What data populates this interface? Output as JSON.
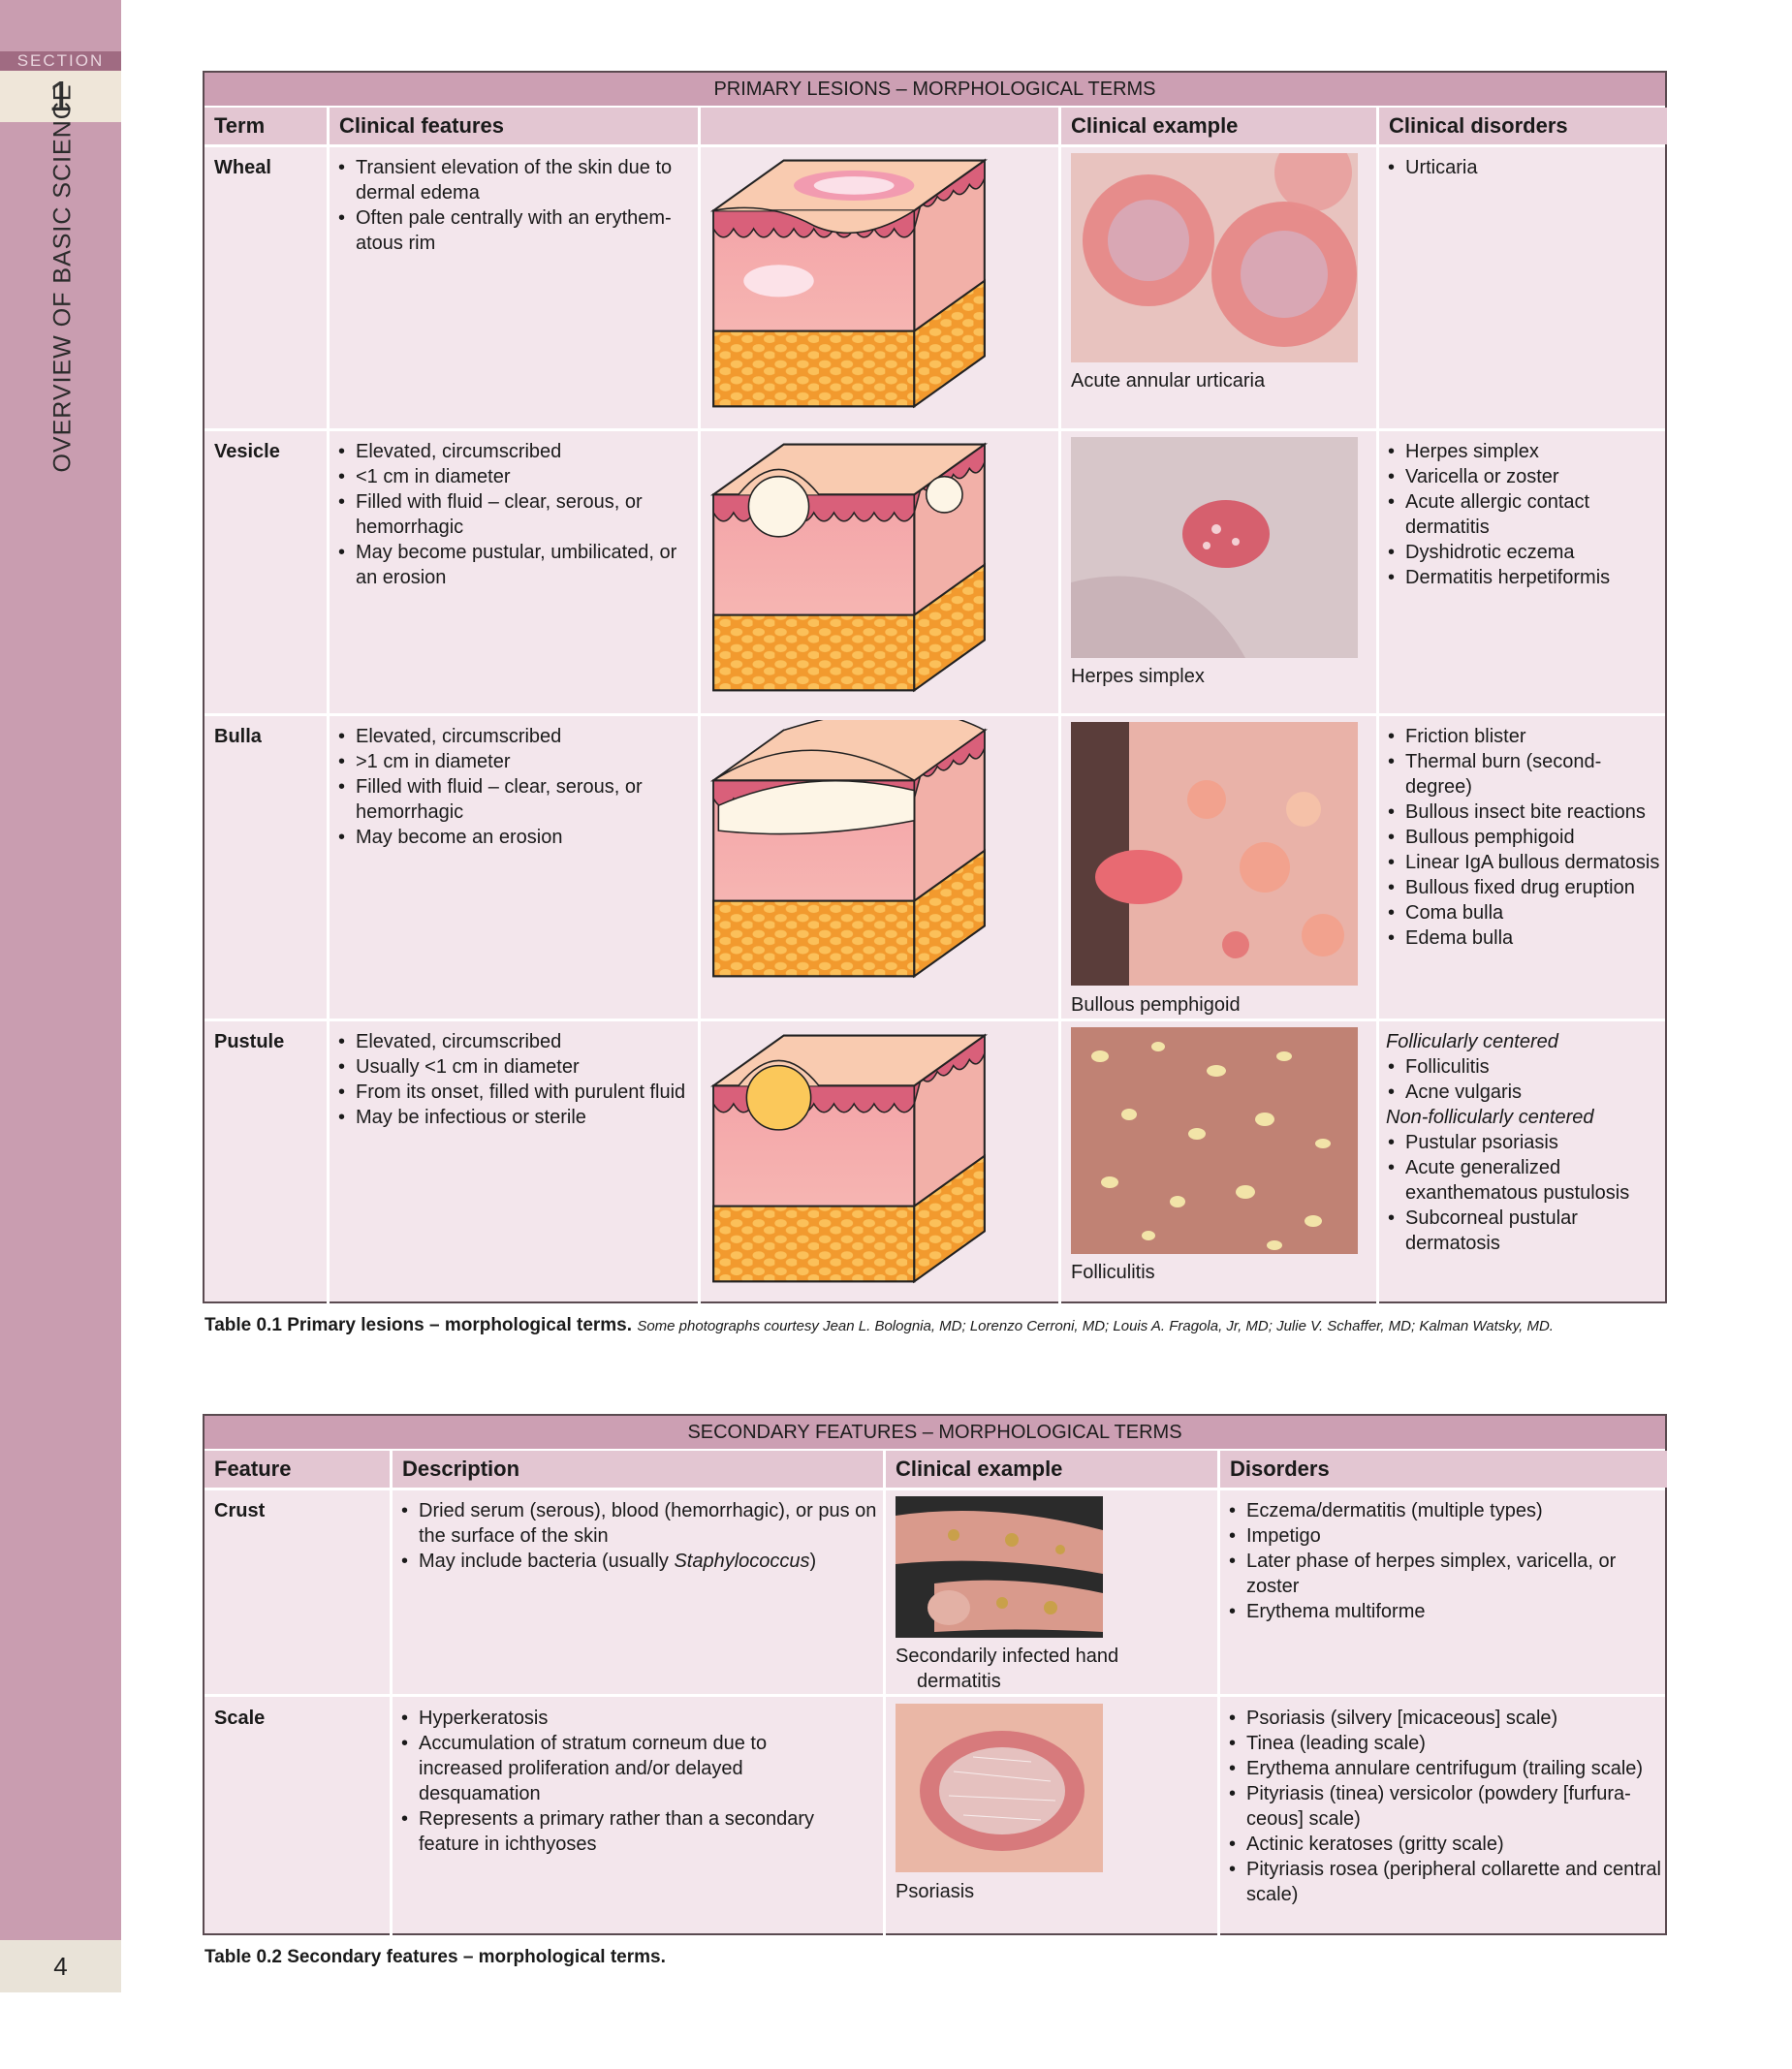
{
  "side": {
    "section_label": "SECTION",
    "section_number": "1",
    "title": "OVERVIEW OF BASIC SCIENCE",
    "page_number": "4"
  },
  "table1": {
    "title": "PRIMARY LESIONS – MORPHOLOGICAL TERMS",
    "headers": [
      "Term",
      "Clinical features",
      "",
      "Clinical example",
      "Clinical disorders"
    ],
    "rows": [
      {
        "term": "Wheal",
        "features": [
          "Transient elevation of the skin due to dermal edema",
          "Often pale centrally with an erythem-atous rim"
        ],
        "example_caption": "Acute annular urticaria",
        "disorders": [
          "Urticaria"
        ]
      },
      {
        "term": "Vesicle",
        "features": [
          "Elevated, circumscribed",
          "<1 cm in diameter",
          "Filled with fluid – clear, serous, or hemorrhagic",
          "May become pustular, umbilicated, or an erosion"
        ],
        "example_caption": "Herpes simplex",
        "disorders": [
          "Herpes simplex",
          "Varicella or zoster",
          "Acute allergic contact dermatitis",
          "Dyshidrotic eczema",
          "Dermatitis herpetiformis"
        ]
      },
      {
        "term": "Bulla",
        "features": [
          "Elevated, circumscribed",
          ">1 cm in diameter",
          "Filled with fluid – clear, serous, or hemorrhagic",
          "May become an erosion"
        ],
        "example_caption": "Bullous pemphigoid",
        "disorders": [
          "Friction blister",
          "Thermal burn (second-degree)",
          "Bullous insect bite reactions",
          "Bullous pemphigoid",
          "Linear IgA bullous dermatosis",
          "Bullous fixed drug eruption",
          "Coma bulla",
          "Edema bulla"
        ]
      },
      {
        "term": "Pustule",
        "features": [
          "Elevated, circumscribed",
          "Usually <1 cm in diameter",
          "From its onset, filled with purulent fluid",
          "May be infectious or sterile"
        ],
        "example_caption": "Folliculitis",
        "disorders_group1_heading": "Follicularly centered",
        "disorders_group1": [
          "Folliculitis",
          "Acne vulgaris"
        ],
        "disorders_group2_heading": "Non-follicularly centered",
        "disorders_group2": [
          "Pustular psoriasis",
          "Acute generalized exanthematous pustulosis",
          "Subcorneal pustular dermatosis"
        ]
      }
    ],
    "caption_label": "Table 0.1",
    "caption_title": "Primary lesions – morphological terms.",
    "caption_credit": "Some photographs courtesy Jean L. Bolognia, MD; Lorenzo Cerroni, MD; Louis A. Fragola, Jr, MD; Julie V. Schaffer, MD; Kalman Watsky, MD."
  },
  "table2": {
    "title": "SECONDARY FEATURES – MORPHOLOGICAL TERMS",
    "headers": [
      "Feature",
      "Description",
      "Clinical example",
      "Disorders"
    ],
    "rows": [
      {
        "term": "Crust",
        "desc1": "Dried serum (serous), blood (hemorrhagic), or pus on the surface of the skin",
        "desc2_pre": "May include bacteria (usually ",
        "desc2_italic": "Staphylococcus",
        "desc2_post": ")",
        "example_caption_line1": "Secondarily infected hand",
        "example_caption_line2": "dermatitis",
        "disorders": [
          "Eczema/dermatitis (multiple types)",
          "Impetigo",
          "Later phase of herpes simplex, varicella, or zoster",
          "Erythema multiforme"
        ]
      },
      {
        "term": "Scale",
        "descriptions": [
          "Hyperkeratosis",
          "Accumulation of stratum corneum due to increased proliferation and/or delayed desquamation",
          "Represents a primary rather than a secondary feature in ichthyoses"
        ],
        "example_caption": "Psoriasis",
        "disorders": [
          "Psoriasis (silvery [micaceous] scale)",
          "Tinea (leading scale)",
          "Erythema annulare centrifugum (trailing scale)",
          "Pityriasis (tinea) versicolor (powdery [furfura-ceous] scale)",
          "Actinic keratoses (gritty scale)",
          "Pityriasis rosea (peripheral collarette and central scale)"
        ]
      }
    ],
    "caption_label": "Table 0.2",
    "caption_title": "Secondary features – morphological terms."
  }
}
